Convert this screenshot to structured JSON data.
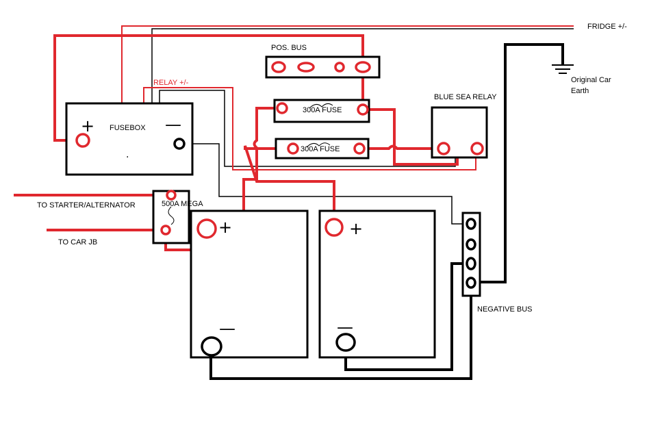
{
  "labels": {
    "fridge": "FRIDGE +/-",
    "pos_bus": "POS. BUS",
    "relay": "RELAY +/-",
    "fusebox": "FUSEBOX",
    "fuse_top": "300A FUSE",
    "fuse_bottom": "300A FUSE",
    "blue_sea_relay": "BLUE SEA RELAY",
    "original_earth_line1": "Original Car",
    "original_earth_line2": "Earth",
    "to_starter": "TO STARTER/ALTERNATOR",
    "to_car_jb": "TO CAR JB",
    "mega_fuse": "500A MEGA",
    "negative_bus": "NEGATIVE BUS"
  },
  "symbols": {
    "plus": "+",
    "minus": "—",
    "dot": "."
  },
  "colors": {
    "positive_wire": "#e0282e",
    "negative_wire": "#000000",
    "background": "#ffffff"
  }
}
